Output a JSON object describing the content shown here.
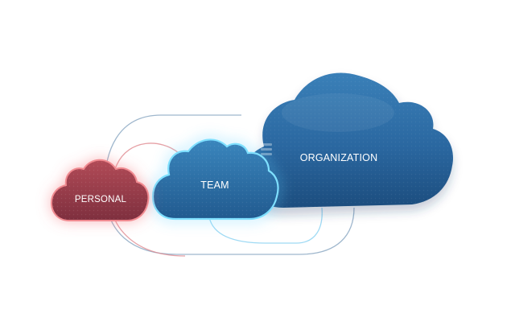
{
  "diagram": {
    "clouds": [
      {
        "id": "personal",
        "label": "PERSONAL",
        "color": "#c9525b",
        "glow": "#f26b73"
      },
      {
        "id": "team",
        "label": "TEAM",
        "color": "#2f6fa3",
        "glow": "#5fd0ff"
      },
      {
        "id": "organization",
        "label": "ORGANIZATION",
        "color": "#2a67a0"
      }
    ],
    "connector_colors": {
      "personal": "#e08a90",
      "team": "#8ed4f2",
      "organization": "#7f9fbc"
    }
  }
}
